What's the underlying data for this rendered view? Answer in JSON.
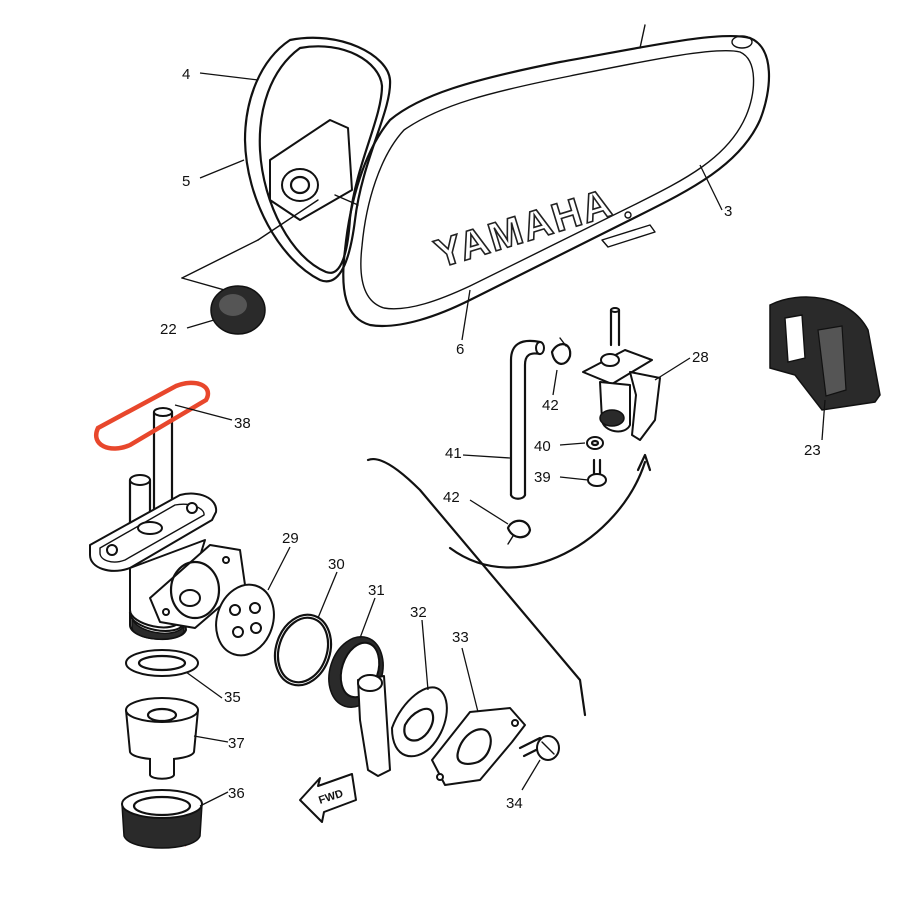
{
  "diagram": {
    "brand_text": "YAMAHA",
    "direction_label": "FWD",
    "highlight_color": "#e8472c",
    "callouts": [
      {
        "id": "c4",
        "label": "4"
      },
      {
        "id": "c5",
        "label": "5"
      },
      {
        "id": "c3",
        "label": "3"
      },
      {
        "id": "c22",
        "label": "22"
      },
      {
        "id": "c6",
        "label": "6"
      },
      {
        "id": "c28",
        "label": "28"
      },
      {
        "id": "c23",
        "label": "23"
      },
      {
        "id": "c38",
        "label": "38"
      },
      {
        "id": "c42a",
        "label": "42"
      },
      {
        "id": "c40",
        "label": "40"
      },
      {
        "id": "c41",
        "label": "41"
      },
      {
        "id": "c39",
        "label": "39"
      },
      {
        "id": "c42b",
        "label": "42"
      },
      {
        "id": "c29",
        "label": "29"
      },
      {
        "id": "c30",
        "label": "30"
      },
      {
        "id": "c31",
        "label": "31"
      },
      {
        "id": "c32",
        "label": "32"
      },
      {
        "id": "c33",
        "label": "33"
      },
      {
        "id": "c35",
        "label": "35"
      },
      {
        "id": "c37",
        "label": "37"
      },
      {
        "id": "c36",
        "label": "36"
      },
      {
        "id": "c34",
        "label": "34"
      }
    ]
  }
}
